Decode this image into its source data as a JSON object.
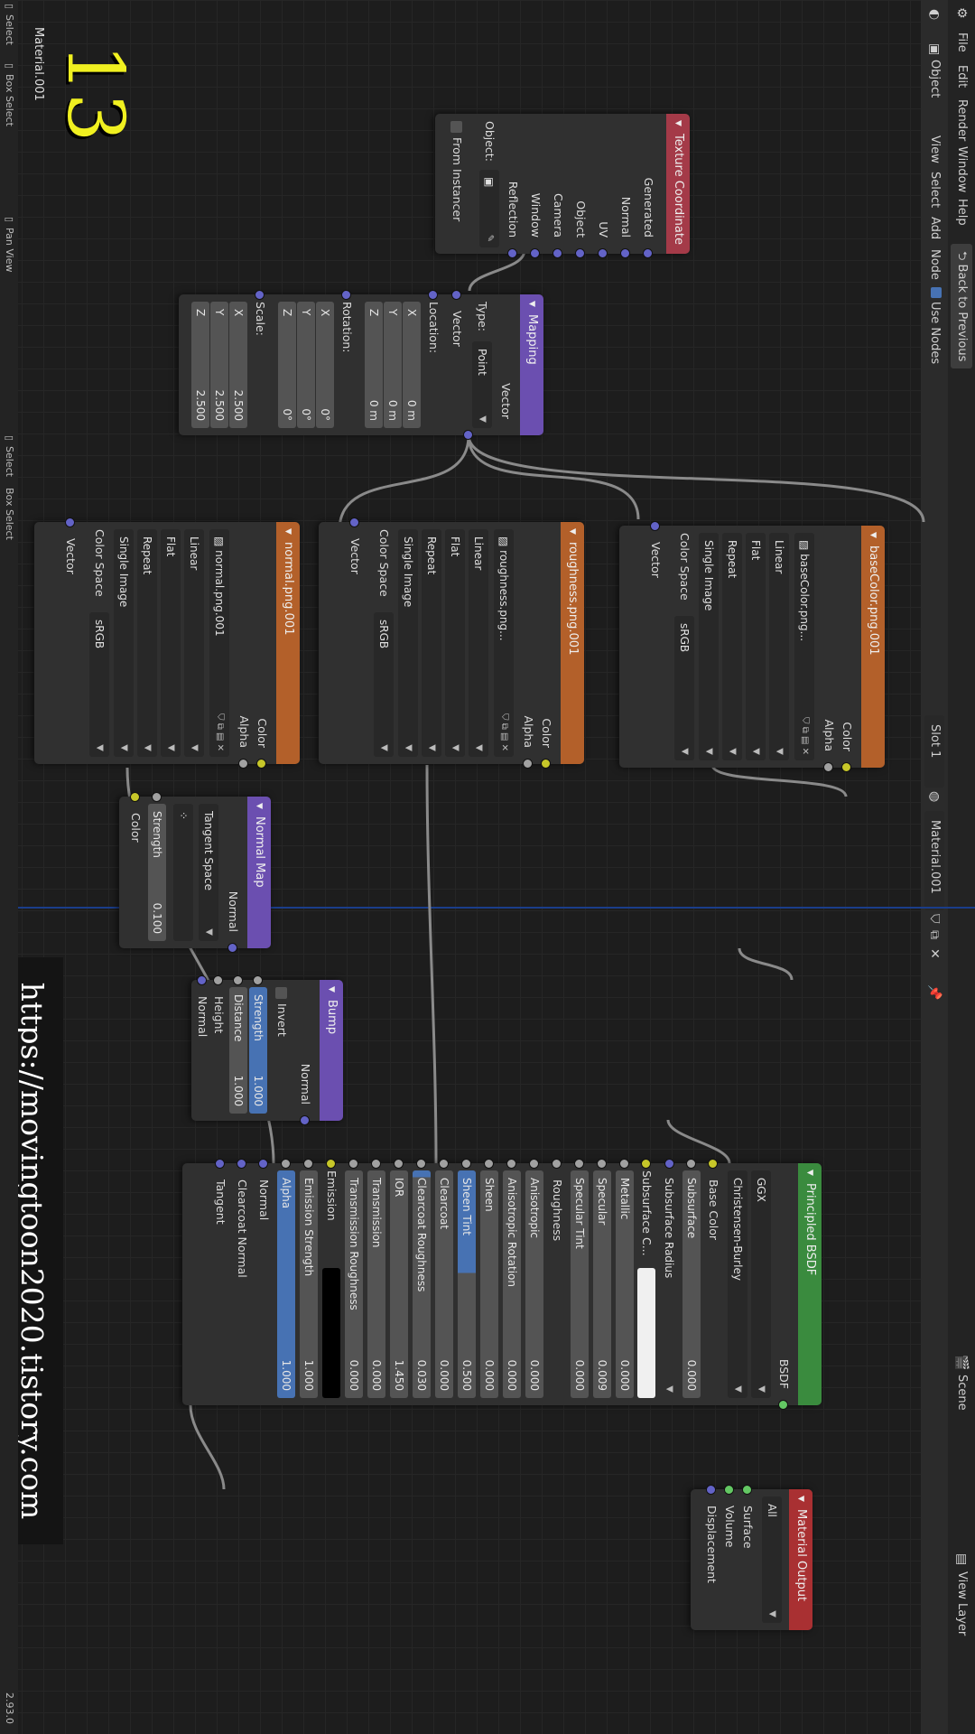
{
  "topbar": {
    "menus": [
      "File",
      "Edit",
      "Render",
      "Window",
      "Help"
    ],
    "back_to_previous": "Back to Previous",
    "scene_label": "Scene",
    "view_layer_label": "View Layer"
  },
  "header": {
    "mode": "Object",
    "menus": [
      "View",
      "Select",
      "Add",
      "Node"
    ],
    "use_nodes_label": "Use Nodes",
    "slot": "Slot 1",
    "material": "Material.001"
  },
  "overlay": {
    "frame_number": "13",
    "material_name": "Material.001",
    "url": "https://movingtoon2020.tistory.com",
    "version": "2.93.0"
  },
  "statusbar": {
    "items": [
      "Select",
      "Box Select",
      "Pan View",
      "Select",
      "Box Select"
    ]
  },
  "nodes": {
    "texcoord": {
      "title": "Texture Coordinate",
      "outputs": [
        "Generated",
        "Normal",
        "UV",
        "Object",
        "Camera",
        "Window",
        "Reflection"
      ],
      "object_label": "Object:",
      "from_instancer": "From Instancer"
    },
    "mapping": {
      "title": "Mapping",
      "output": "Vector",
      "type_label": "Type:",
      "type_value": "Point",
      "vector_label": "Vector",
      "location_label": "Location:",
      "rotation_label": "Rotation:",
      "scale_label": "Scale:",
      "axes": [
        "X",
        "Y",
        "Z"
      ],
      "location": [
        "0 m",
        "0 m",
        "0 m"
      ],
      "rotation": [
        "0°",
        "0°",
        "0°"
      ],
      "scale": [
        "2.500",
        "2.500",
        "2.500"
      ]
    },
    "basecolor": {
      "title": "baseColor.png.001",
      "image": "baseColor.png...",
      "out_color": "Color",
      "out_alpha": "Alpha",
      "interpolation": "Linear",
      "projection": "Flat",
      "extension": "Repeat",
      "source": "Single Image",
      "color_space_label": "Color Space",
      "color_space": "sRGB",
      "vector_label": "Vector"
    },
    "roughness": {
      "title": "roughness.png.001",
      "image": "roughness.png...",
      "out_color": "Color",
      "out_alpha": "Alpha",
      "interpolation": "Linear",
      "projection": "Flat",
      "extension": "Repeat",
      "source": "Single Image",
      "color_space_label": "Color Space",
      "color_space": "sRGB",
      "vector_label": "Vector"
    },
    "normalimg": {
      "title": "normal.png.001",
      "image": "normal.png.001",
      "out_color": "Color",
      "out_alpha": "Alpha",
      "interpolation": "Linear",
      "projection": "Flat",
      "extension": "Repeat",
      "source": "Single Image",
      "color_space_label": "Color Space",
      "color_space": "sRGB",
      "vector_label": "Vector"
    },
    "normalmap": {
      "title": "Normal Map",
      "output": "Normal",
      "space": "Tangent Space",
      "strength_label": "Strength",
      "strength": "0.100",
      "color_label": "Color"
    },
    "bump": {
      "title": "Bump",
      "output": "Normal",
      "invert": "Invert",
      "strength_label": "Strength",
      "strength": "1.000",
      "distance_label": "Distance",
      "distance": "1.000",
      "height_label": "Height",
      "normal_label": "Normal"
    },
    "bsdf": {
      "title": "Principled BSDF",
      "output": "BSDF",
      "distribution": "GGX",
      "subsurface_method": "Christensen-Burley",
      "base_color": "Base Color",
      "subsurface_label": "Subsurface",
      "subsurface": "0.000",
      "subsurface_radius": "Subsurface Radius",
      "subsurface_color": "Subsurface C...",
      "metallic_label": "Metallic",
      "metallic": "0.000",
      "specular_label": "Specular",
      "specular": "0.009",
      "specular_tint_label": "Specular Tint",
      "specular_tint": "0.000",
      "roughness_label": "Roughness",
      "anisotropic_label": "Anisotropic",
      "anisotropic": "0.000",
      "aniso_rot_label": "Anisotropic Rotation",
      "aniso_rot": "0.000",
      "sheen_label": "Sheen",
      "sheen": "0.000",
      "sheen_tint_label": "Sheen Tint",
      "sheen_tint": "0.500",
      "clearcoat_label": "Clearcoat",
      "clearcoat": "0.000",
      "cc_rough_label": "Clearcoat Roughness",
      "cc_rough": "0.030",
      "ior_label": "IOR",
      "ior": "1.450",
      "transmission_label": "Transmission",
      "transmission": "0.000",
      "trans_rough_label": "Transmission Roughness",
      "trans_rough": "0.000",
      "emission_label": "Emission",
      "emission_strength_label": "Emission Strength",
      "emission_strength": "1.000",
      "alpha_label": "Alpha",
      "alpha": "1.000",
      "normal_label": "Normal",
      "clearcoat_normal_label": "Clearcoat Normal",
      "tangent_label": "Tangent"
    },
    "output": {
      "title": "Material Output",
      "target": "All",
      "surface": "Surface",
      "volume": "Volume",
      "displacement": "Displacement"
    }
  }
}
